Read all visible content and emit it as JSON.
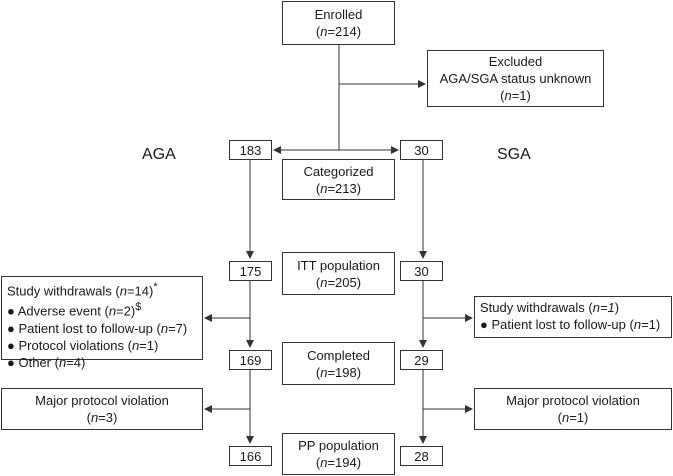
{
  "enrolled": {
    "label": "Enrolled",
    "n_prefix": "(",
    "n": "n",
    "n_value": "=214)"
  },
  "excluded": {
    "label": "Excluded",
    "reason": "AGA/SGA status unknown",
    "n_prefix": "(",
    "n": "n",
    "n_value": "=1)"
  },
  "groups": {
    "aga": "AGA",
    "sga": "SGA"
  },
  "categorized": {
    "label": "Categorized",
    "n_prefix": "(",
    "n": "n",
    "n_value": "=213)",
    "aga_count": "183",
    "sga_count": "30"
  },
  "itt": {
    "label": "ITT population",
    "n_prefix": "(",
    "n": "n",
    "n_value": "=205)",
    "aga_count": "175",
    "sga_count": "30"
  },
  "completed": {
    "label": "Completed",
    "n_prefix": "(",
    "n": "n",
    "n_value": "=198)",
    "aga_count": "169",
    "sga_count": "29"
  },
  "pp": {
    "label": "PP population",
    "n_prefix": "(",
    "n": "n",
    "n_value": "=194)",
    "aga_count": "166",
    "sga_count": "28"
  },
  "aga_withdrawals": {
    "title_prefix": "Study withdrawals (",
    "title_n": "n",
    "title_value": "=14)",
    "title_sup": "*",
    "items": [
      {
        "bullet": "●",
        "text": "Adverse event (",
        "n": "n",
        "value": "=2)",
        "sup": "$"
      },
      {
        "bullet": "●",
        "text": "Patient lost to follow-up (",
        "n": "n",
        "value": "=7)",
        "sup": ""
      },
      {
        "bullet": "●",
        "text": "Protocol violations (",
        "n": "n",
        "value": "=1)",
        "sup": ""
      },
      {
        "bullet": "●",
        "text": "Other (",
        "n": "n",
        "value": "=4)",
        "sup": ""
      }
    ]
  },
  "sga_withdrawals": {
    "title_prefix": "Study withdrawals (",
    "title_n": "n=1",
    "title_value": ")",
    "items": [
      {
        "bullet": "●",
        "text": "Patient lost to follow-up (",
        "n": "n",
        "value": "=1)"
      }
    ]
  },
  "aga_major": {
    "label": "Major protocol violation",
    "n_prefix": "(",
    "n": "n",
    "n_value": "=3)"
  },
  "sga_major": {
    "label": "Major protocol violation",
    "n_prefix": "(",
    "n": "n",
    "n_value": "=1)"
  }
}
